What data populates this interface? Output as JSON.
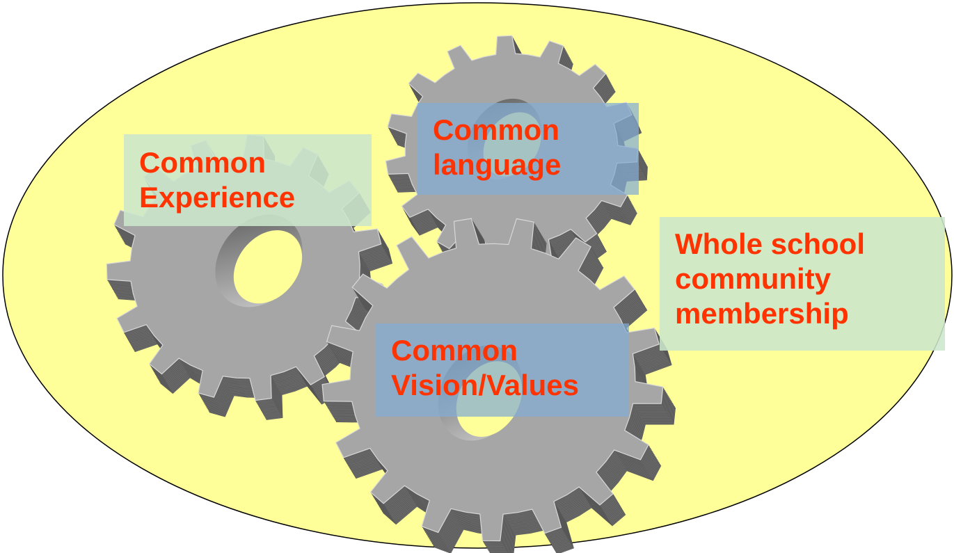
{
  "colors": {
    "ellipse_fill": "#ffff99",
    "ellipse_stroke": "#000000",
    "gear_face": "#a6a6a6",
    "gear_side": "#6b6b6b",
    "label_text": "#ff3300",
    "box_blue": "#84acd4",
    "box_green": "#cce6cc"
  },
  "gears": [
    {
      "name": "left-gear",
      "icon": "gear-icon"
    },
    {
      "name": "top-gear",
      "icon": "gear-icon"
    },
    {
      "name": "bottom-gear",
      "icon": "gear-icon"
    }
  ],
  "labels": {
    "experience": {
      "line1": "Common",
      "line2": "Experience"
    },
    "language": {
      "line1": "Common",
      "line2": "language"
    },
    "vision": {
      "line1": "Common",
      "line2": "Vision/Values"
    },
    "community": {
      "line1": "Whole school",
      "line2": "community",
      "line3": "membership"
    }
  }
}
